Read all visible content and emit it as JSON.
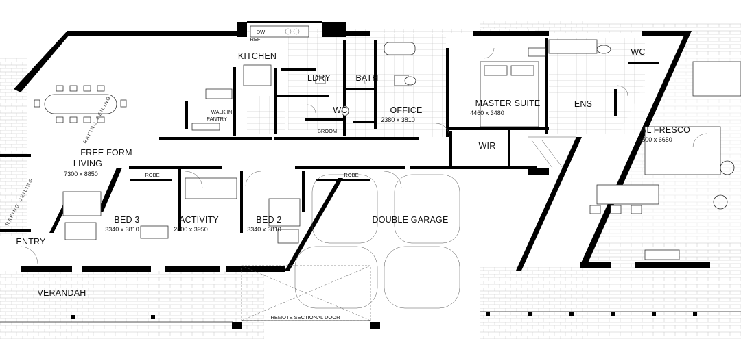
{
  "rooms": {
    "kitchen": {
      "label": "KITCHEN"
    },
    "dw": {
      "label": "DW"
    },
    "ref": {
      "label": "REF"
    },
    "ldry": {
      "label": "LDRY"
    },
    "bath": {
      "label": "BATH"
    },
    "wc_top": {
      "label": "WC"
    },
    "master_suite": {
      "label": "MASTER SUITE",
      "dim": "4460 x 3480"
    },
    "ens": {
      "label": "ENS"
    },
    "walk_in_pantry": {
      "line1": "WALK IN",
      "line2": "PANTRY"
    },
    "wc_mid": {
      "label": "WC"
    },
    "office": {
      "label": "OFFICE",
      "dim": "2380 x 3810"
    },
    "broom": {
      "label": "BROOM"
    },
    "wir": {
      "label": "WIR"
    },
    "al_fresco": {
      "label": "AL FRESCO",
      "dim": "3500 x 6650"
    },
    "free_form_living": {
      "line1": "FREE FORM",
      "line2": "LIVING",
      "dim": "7300 x 8850"
    },
    "robe_1": {
      "label": "ROBE"
    },
    "robe_2": {
      "label": "ROBE"
    },
    "bed_3": {
      "label": "BED 3",
      "dim": "3340 x 3810"
    },
    "activity": {
      "label": "ACTIVITY",
      "dim": "2800 x 3950"
    },
    "bed_2": {
      "label": "BED 2",
      "dim": "3340 x 3810"
    },
    "double_garage": {
      "label": "DOUBLE GARAGE"
    },
    "entry": {
      "label": "ENTRY"
    },
    "verandah": {
      "label": "VERANDAH"
    }
  },
  "annotations": {
    "remote_door": "REMOTE SECTIONAL DOOR",
    "raking_ceiling_1": "RAKING CEILING",
    "raking_ceiling_2": "RAKING CEILING"
  }
}
